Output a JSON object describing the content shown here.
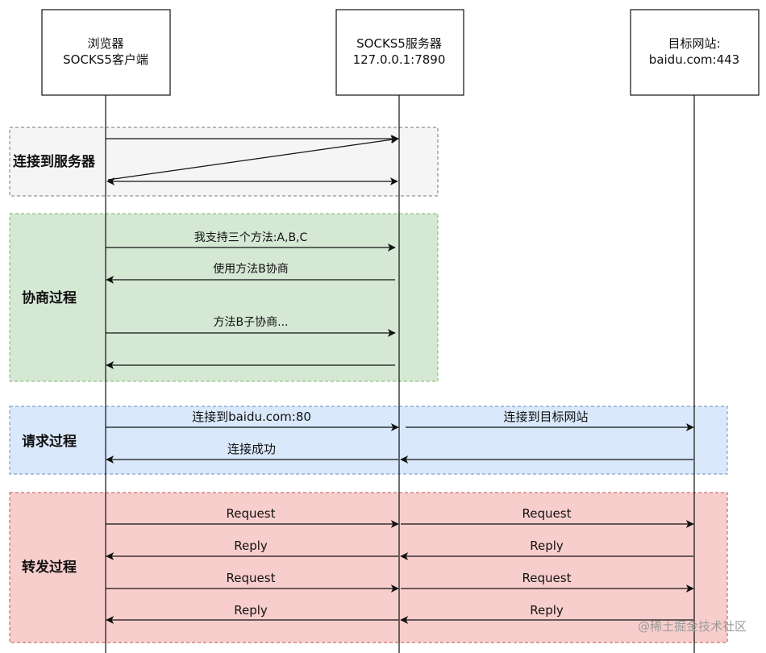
{
  "participants": {
    "client": {
      "line1": "浏览器",
      "line2": "SOCKS5客户端"
    },
    "server": {
      "line1": "SOCKS5服务器",
      "line2": "127.0.0.1:7890"
    },
    "target": {
      "line1": "目标网站:",
      "line2": "baidu.com:443"
    }
  },
  "phases": {
    "connect": {
      "label": "连接到服务器"
    },
    "negotiate": {
      "label": "协商过程",
      "msg1": "我支持三个方法:A,B,C",
      "msg2": "使用方法B协商",
      "msg3": "方法B子协商..."
    },
    "request": {
      "label": "请求过程",
      "msg1": "连接到baidu.com:80",
      "msg2": "连接到目标网站",
      "msg3": "连接成功"
    },
    "forward": {
      "label": "转发过程",
      "request": "Request",
      "reply": "Reply"
    }
  },
  "colors": {
    "connect_bg": "#f5f5f5",
    "negotiate_bg": "#d5e8d4",
    "request_bg": "#dae8fc",
    "forward_bg": "#f8cecc"
  },
  "watermark": "@稀土掘金技术社区"
}
